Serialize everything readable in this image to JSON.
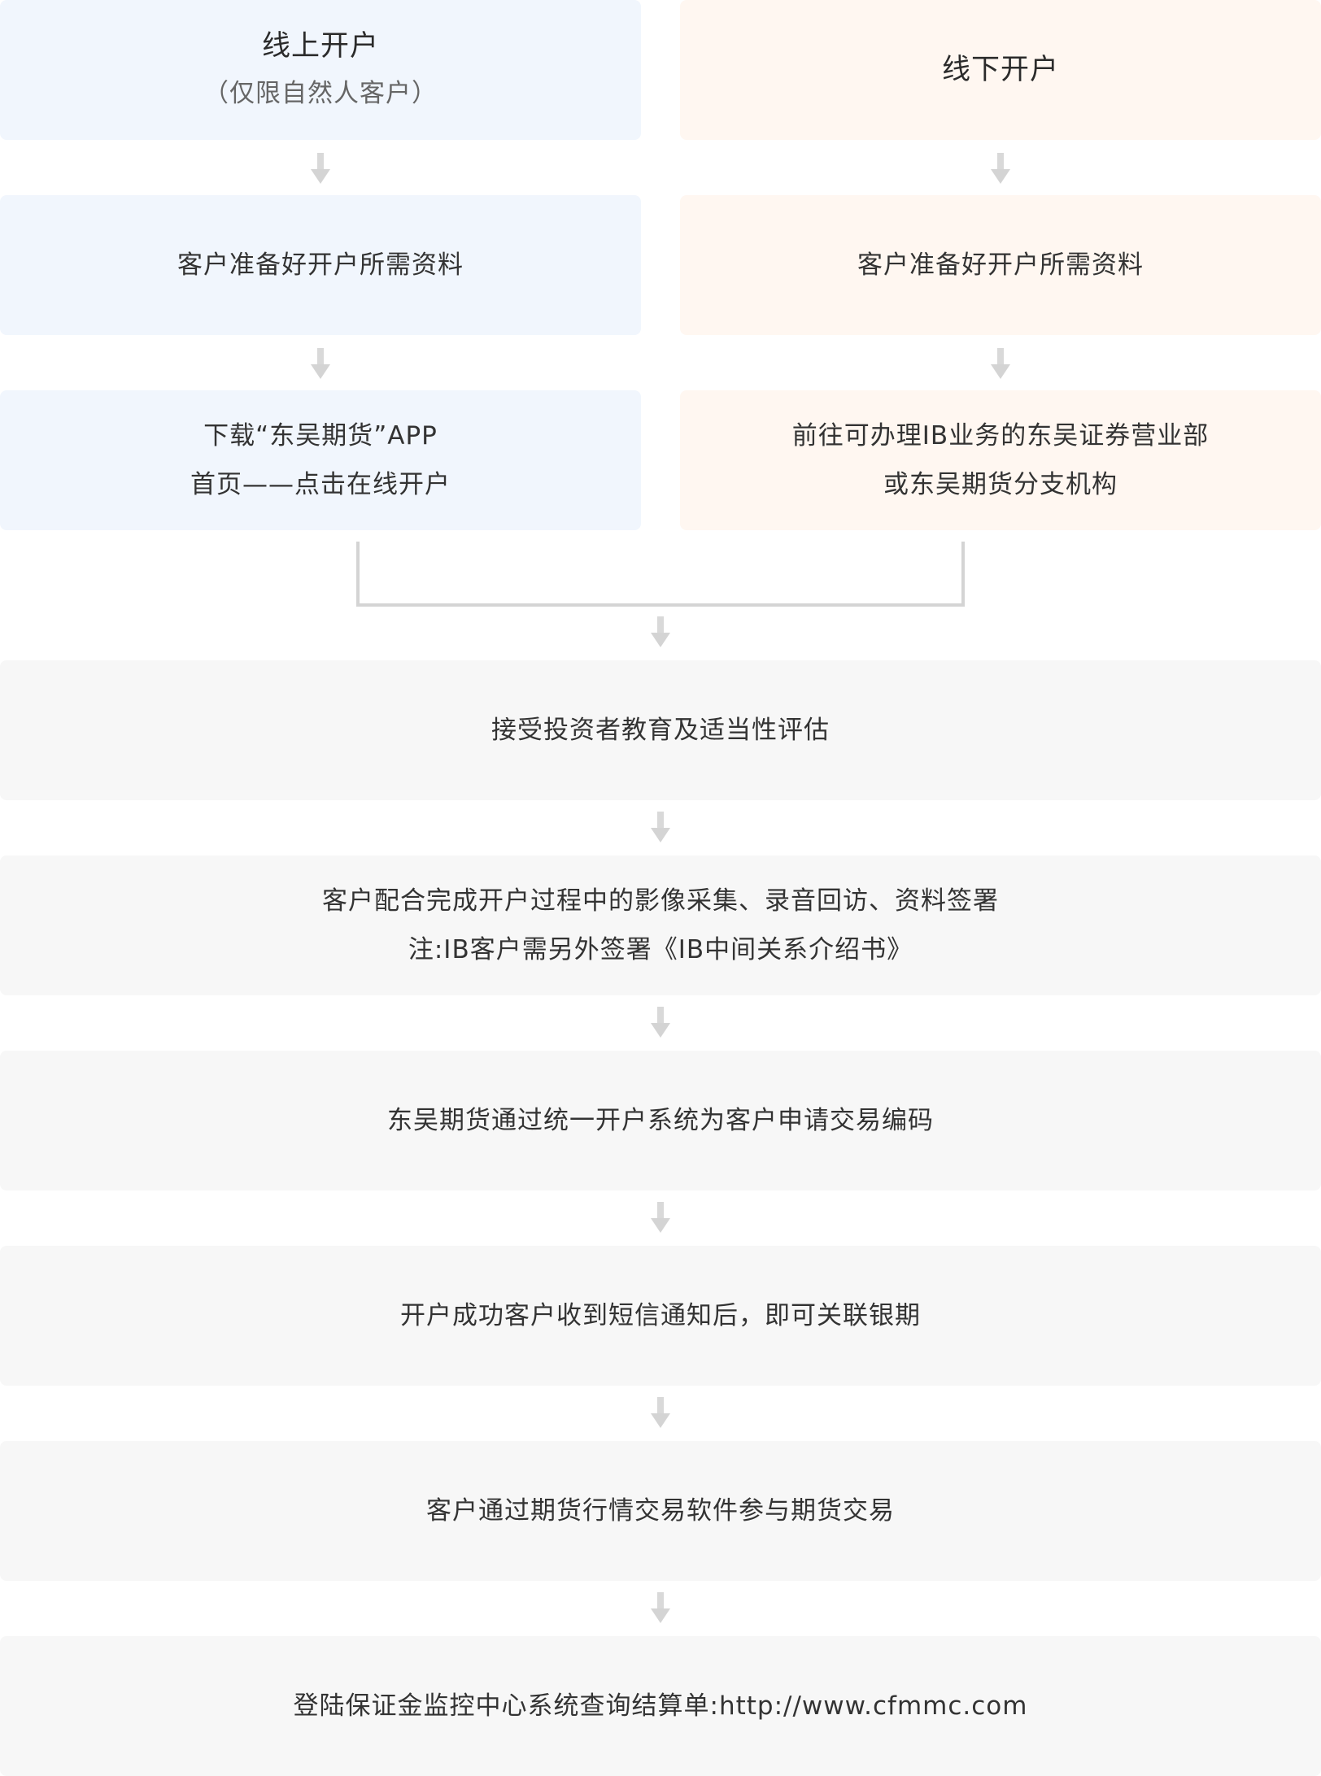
{
  "online": {
    "title": "线上开户",
    "subtitle": "（仅限自然人客户）",
    "step1": "客户准备好开户所需资料",
    "step2_line1": "下载“东吴期货”APP",
    "step2_line2": "首页——点击在线开户"
  },
  "offline": {
    "title": "线下开户",
    "step1": "客户准备好开户所需资料",
    "step2_line1": "前往可办理IB业务的东吴证券营业部",
    "step2_line2": "或东吴期货分支机构"
  },
  "steps": [
    {
      "line1": "接受投资者教育及适当性评估"
    },
    {
      "line1": "客户配合完成开户过程中的影像采集、录音回访、资料签署",
      "line2": "注:IB客户需另外签署《IB中间关系介绍书》"
    },
    {
      "line1": "东吴期货通过统一开户系统为客户申请交易编码"
    },
    {
      "line1": "开户成功客户收到短信通知后，即可关联银期"
    },
    {
      "line1": "客户通过期货行情交易软件参与期货交易"
    },
    {
      "line1": "登陆保证金监控中心系统查询结算单:http://www.cfmmc.com"
    }
  ],
  "colors": {
    "online_bg": "#f1f6fd",
    "offline_bg": "#fff7f1",
    "common_bg": "#f7f7f7",
    "arrow": "#d4d4d4"
  }
}
